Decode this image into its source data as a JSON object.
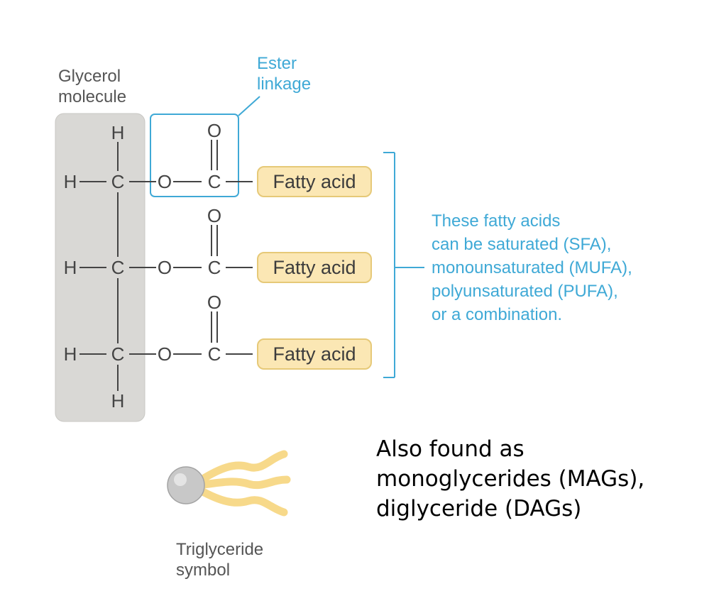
{
  "glycerol_label": {
    "line1": "Glycerol",
    "line2": "molecule"
  },
  "ester_label": {
    "line1": "Ester",
    "line2": "linkage"
  },
  "atoms": {
    "H": "H",
    "C": "C",
    "O": "O"
  },
  "fatty_acid_label": "Fatty acid",
  "bracket_note": [
    "These fatty acids",
    "can be saturated (SFA),",
    "monounsaturated (MUFA),",
    "polyunsaturated (PUFA),",
    "or a combination."
  ],
  "symbol_label": {
    "line1": "Triglyceride",
    "line2": "symbol"
  },
  "also_found": [
    "Also found as",
    "monoglycerides (MAGs),",
    "diglyceride (DAGs)"
  ],
  "colors": {
    "ester_blue": "#3fa9d6",
    "glycerol_box": "#d9d8d5",
    "fatty_acid_fill": "#fbe7b4",
    "tail_yellow": "#f7d98a"
  }
}
